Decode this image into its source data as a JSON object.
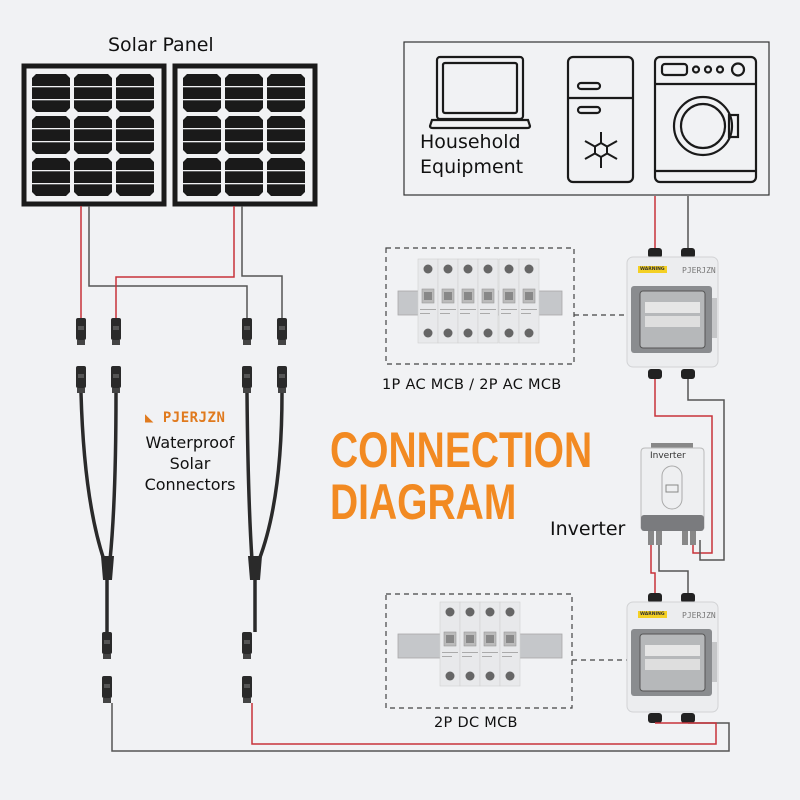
{
  "title": {
    "line1": "CONNECTION",
    "line2": "DIAGRAM"
  },
  "labels": {
    "solar_panel": "Solar Panel",
    "household_line1": "Household",
    "household_line2": "Equipment",
    "ac_mcb": "1P AC MCB  / 2P AC MCB",
    "dc_mcb": "2P DC MCB",
    "inverter": "Inverter",
    "inverter_device_text": "Inverter",
    "connectors_line1": "Waterproof",
    "connectors_line2": "Solar",
    "connectors_line3": "Connectors"
  },
  "brand": {
    "name": "PJERJZN",
    "box_brand": "PJERJZN",
    "warning": "WARNING"
  },
  "icons": [
    "solar-panel-icon",
    "laptop-icon",
    "fridge-icon",
    "snowflake-icon",
    "washing-machine-icon",
    "mc4-connector-icon",
    "y-branch-connector-icon",
    "mcb-icon",
    "combiner-box-icon",
    "inverter-icon"
  ],
  "colors": {
    "accent": "#f28a22",
    "positive_wire": "#c8323a",
    "negative_wire": "#555555",
    "background": "#f1f2f4"
  }
}
